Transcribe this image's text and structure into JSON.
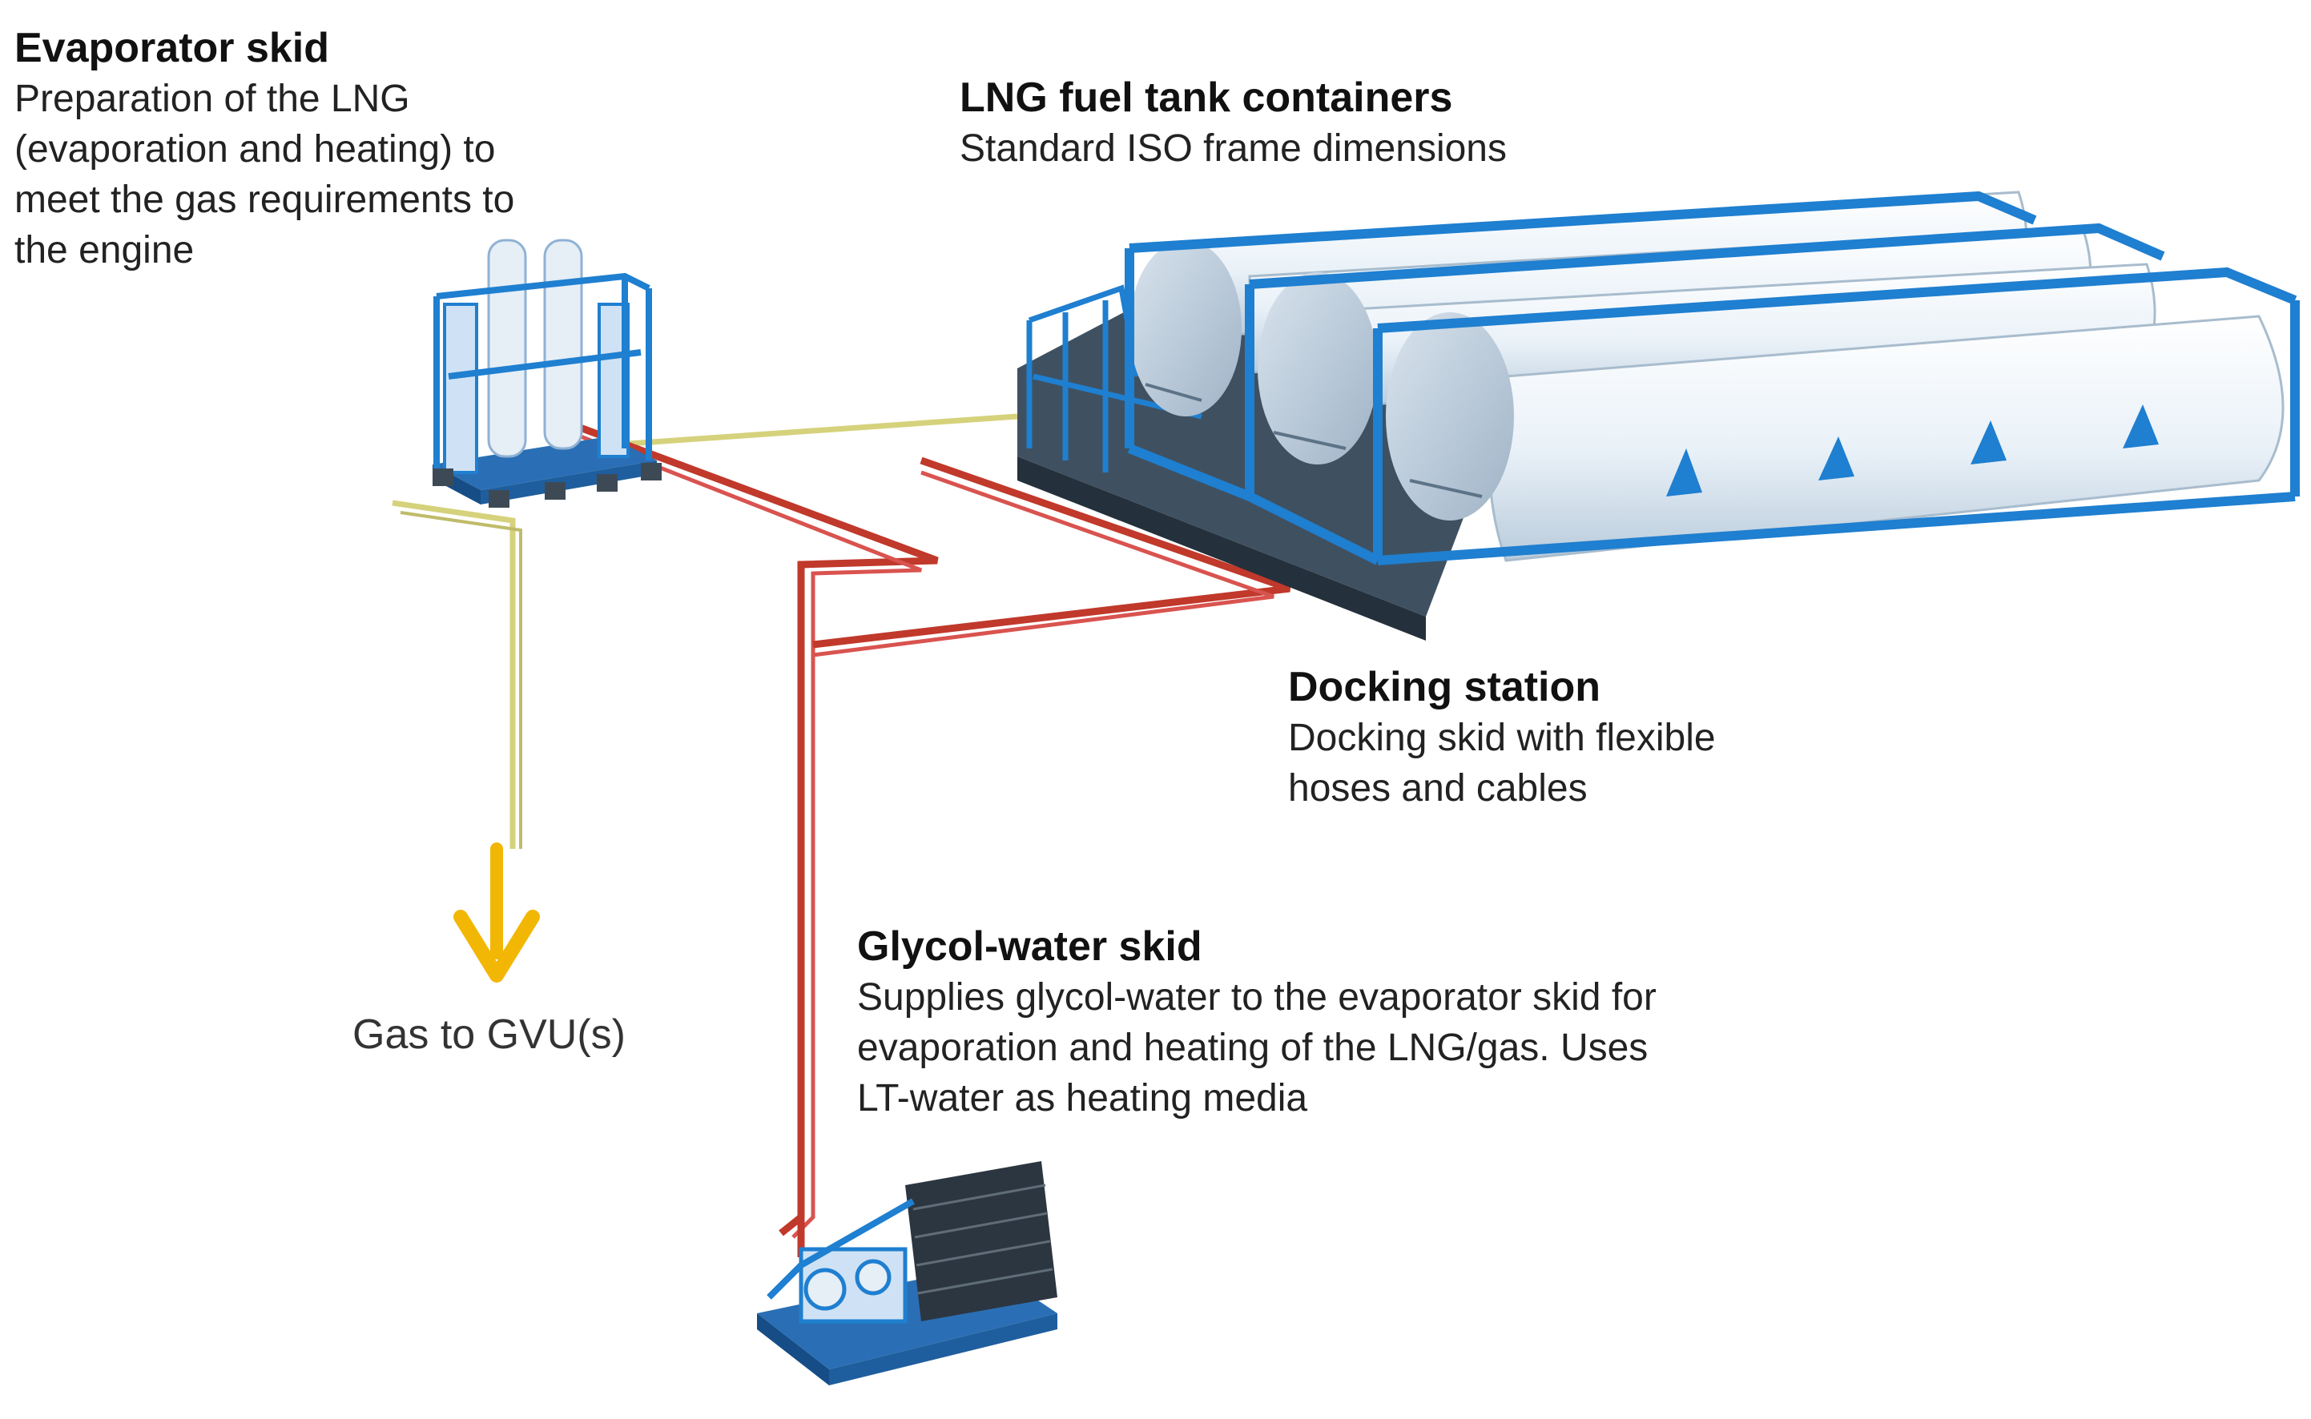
{
  "callouts": {
    "evaporator": {
      "title": "Evaporator skid",
      "description": "Preparation of the LNG\n(evaporation and heating) to\nmeet the gas requirements to\nthe engine"
    },
    "tanks": {
      "title": "LNG fuel tank containers",
      "description": "Standard ISO frame dimensions"
    },
    "docking": {
      "title": "Docking station",
      "description": "Docking skid with flexible\nhoses and cables"
    },
    "glycol": {
      "title": "Glycol-water skid",
      "description": "Supplies glycol-water to the evaporator skid for\nevaporation and heating of the LNG/gas. Uses\nLT-water as heating media"
    }
  },
  "gas_output": {
    "label": "Gas to GVU(s)"
  },
  "colors": {
    "frame_blue": "#1f7fd0",
    "frame_blue_dark": "#0f5fae",
    "tank_white": "#eef5fb",
    "gas_line": "#d8d47a",
    "glycol_line": "#c0392b",
    "arrow": "#f2b705"
  },
  "icons": {
    "evaporator": "evaporator-skid-icon",
    "tanks": "tank-container-icon",
    "docking": "docking-station-icon",
    "glycol": "glycol-water-skid-icon",
    "arrow": "arrow-down-icon"
  }
}
